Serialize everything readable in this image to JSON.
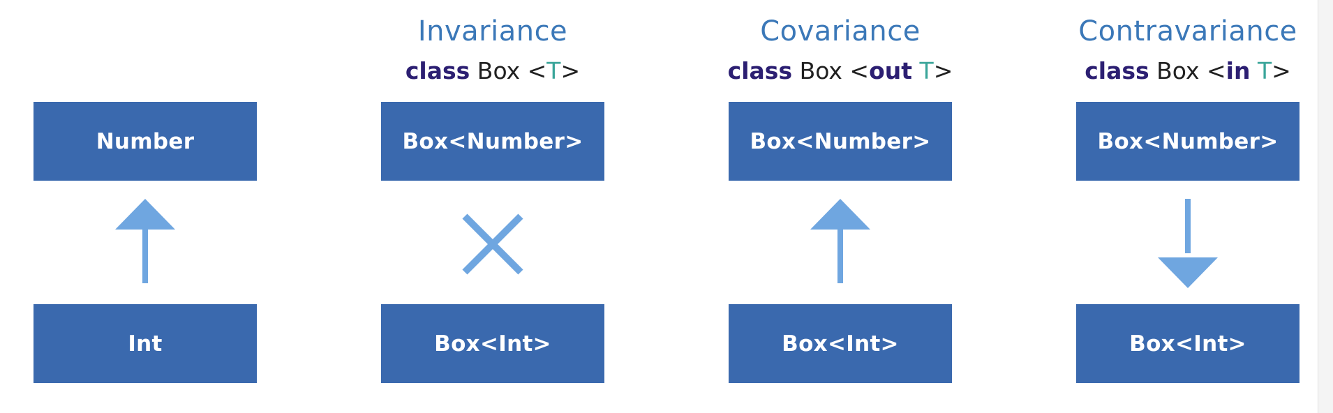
{
  "columns": [
    {
      "heading": "",
      "declaration": {
        "keyword": "",
        "name": "",
        "variance": "",
        "param": ""
      },
      "top_box": "Number",
      "relation": "arrow-up-icon",
      "bottom_box": "Int"
    },
    {
      "heading": "Invariance",
      "declaration": {
        "keyword": "class",
        "name": " Box <",
        "variance": "",
        "param": "T",
        "close": ">"
      },
      "top_box": "Box<Number>",
      "relation": "cross-icon",
      "bottom_box": "Box<Int>"
    },
    {
      "heading": "Covariance",
      "declaration": {
        "keyword": "class",
        "name": " Box <",
        "variance": "out",
        "param": " T",
        "close": ">"
      },
      "top_box": "Box<Number>",
      "relation": "arrow-up-icon",
      "bottom_box": "Box<Int>"
    },
    {
      "heading": "Contravariance",
      "declaration": {
        "keyword": "class",
        "name": " Box <",
        "variance": "in",
        "param": " T",
        "close": ">"
      },
      "top_box": "Box<Number>",
      "relation": "arrow-down-icon",
      "bottom_box": "Box<Int>"
    }
  ],
  "colors": {
    "box_fill": "#3a69ae",
    "box_text": "#ffffff",
    "heading": "#3b78b8",
    "keyword": "#2c1f72",
    "type_param": "#3aa59a",
    "symbol": "#6fa6e0"
  }
}
